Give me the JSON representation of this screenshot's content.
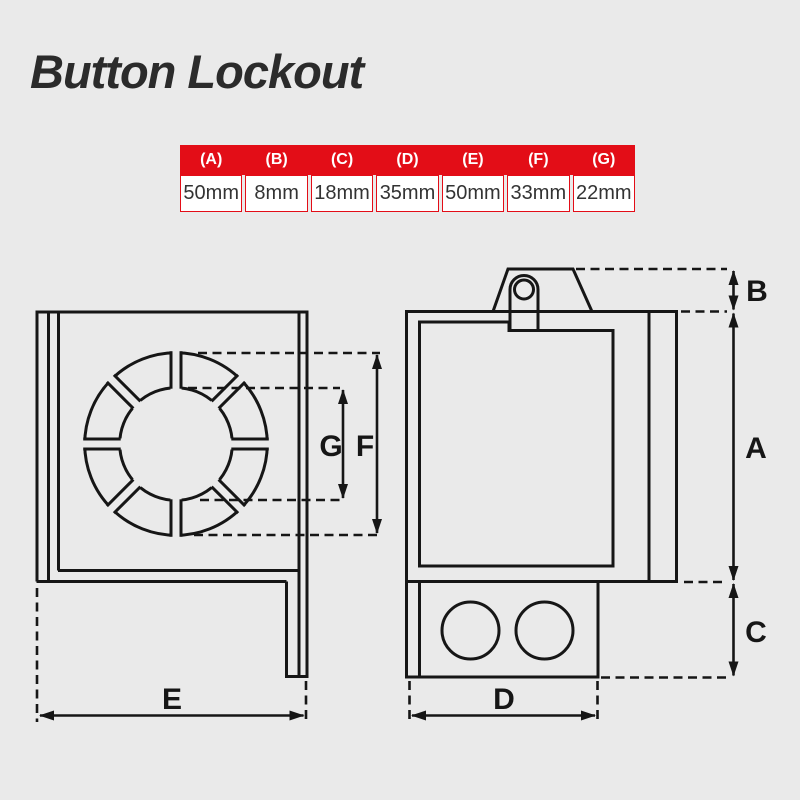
{
  "title": "Button Lockout",
  "spec_table": {
    "columns": [
      {
        "label": "(A)",
        "value": "50mm"
      },
      {
        "label": "(B)",
        "value": "8mm"
      },
      {
        "label": "(C)",
        "value": "18mm"
      },
      {
        "label": "(D)",
        "value": "35mm"
      },
      {
        "label": "(E)",
        "value": "50mm"
      },
      {
        "label": "(F)",
        "value": "33mm"
      },
      {
        "label": "(G)",
        "value": "22mm"
      }
    ]
  },
  "diagram": {
    "labels": {
      "a": "A",
      "b": "B",
      "c": "C",
      "d": "D",
      "e": "E",
      "f": "F",
      "g": "G"
    }
  },
  "colors": {
    "accent_red": "#e30d17",
    "line": "#161616",
    "background": "#eaeaea",
    "cell_background": "#ffffff"
  }
}
